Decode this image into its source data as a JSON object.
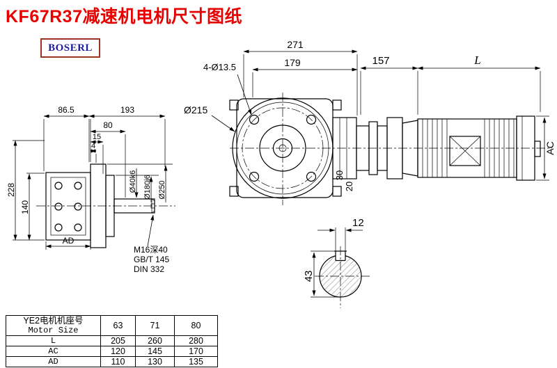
{
  "title": "KF67R37减速机电机尺寸图纸",
  "brand": "BOSERL",
  "front_view": {
    "overall_width": "271",
    "body_width": "179",
    "bolt_holes": "4-Ø13.5",
    "flange_diameter": "Ø215",
    "dim_30": "30",
    "dim_20": "20"
  },
  "motor_view": {
    "adapter_length": "157",
    "motor_length": "L",
    "motor_height": "AC"
  },
  "side_view": {
    "dim_86_5": "86.5",
    "dim_193": "193",
    "dim_80": "80",
    "dim_15": "15",
    "dim_4": "4",
    "dim_228": "228",
    "dim_140": "140",
    "dim_AD": "AD",
    "shaft_diameter": "Ø40k6",
    "spigot_diameter": "Ø180j6",
    "flange_diameter": "Ø250",
    "note_line1": "M16深40",
    "note_line2": "GB/T 145",
    "note_line3": "DIN 332"
  },
  "shaft_section": {
    "key_width": "12",
    "shaft_height": "43"
  },
  "table": {
    "header_cn": "YE2电机机座号",
    "header_en": "Motor Size",
    "sizes": [
      "63",
      "71",
      "80"
    ],
    "rows": [
      {
        "label": "L",
        "values": [
          "205",
          "260",
          "280"
        ]
      },
      {
        "label": "AC",
        "values": [
          "120",
          "145",
          "170"
        ]
      },
      {
        "label": "AD",
        "values": [
          "110",
          "130",
          "135"
        ]
      }
    ]
  }
}
